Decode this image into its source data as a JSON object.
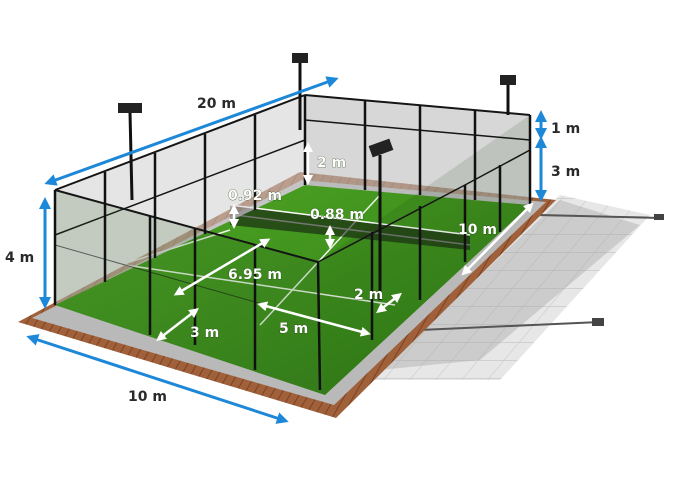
{
  "title": "Padel court dimensions",
  "colors": {
    "accent_blue": "#1e88d8",
    "turf": "#3f8f1f",
    "wood": "#a0603a",
    "frame": "#151515"
  },
  "labels": {
    "length_total": "20 m",
    "wall_height_back": "4 m",
    "width_total": "10 m",
    "fence_top": "1 m",
    "glass_height": "3 m",
    "side_glass_height": "2 m",
    "net_height_side": "0.92 m",
    "net_height_center": "0.88 m",
    "side_length": "10 m",
    "service_length": "6.95 m",
    "side_glass_length": "2 m",
    "corner_glass_length": "3 m",
    "service_half_width": "5 m"
  }
}
